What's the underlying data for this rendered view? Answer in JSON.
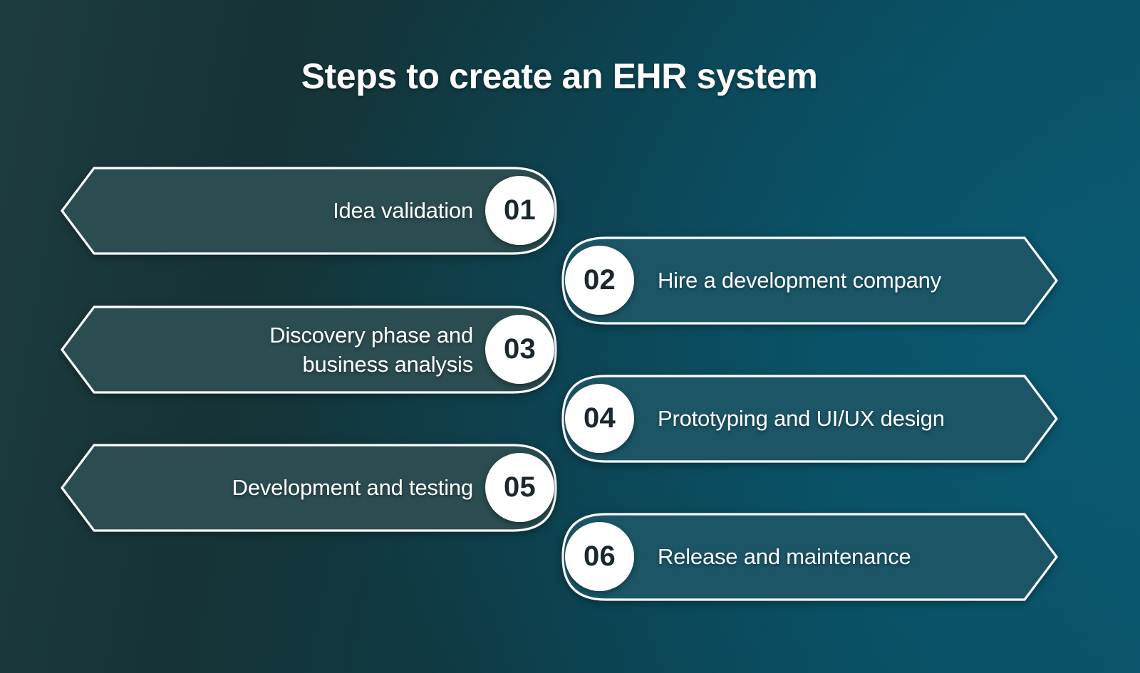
{
  "page": {
    "title": "Steps to create an EHR system",
    "colors": {
      "background_dark": "#1d3c3f",
      "background_teal": "#0a5167",
      "bar_fill_left": "#2b4c50",
      "bar_fill_right": "#1b5566",
      "bar_stroke": "#ffffff",
      "badge_background": "#ffffff",
      "badge_text": "#18282e",
      "label_text": "#ffffff"
    }
  },
  "steps": [
    {
      "number": "01",
      "label": "Idea validation",
      "direction": "left",
      "icon": "left-chevron-arrow-icon"
    },
    {
      "number": "02",
      "label": "Hire a development company",
      "direction": "right",
      "icon": "right-chevron-arrow-icon"
    },
    {
      "number": "03",
      "label": "Discovery phase and\nbusiness analysis",
      "direction": "left",
      "icon": "left-chevron-arrow-icon"
    },
    {
      "number": "04",
      "label": "Prototyping and UI/UX design",
      "direction": "right",
      "icon": "right-chevron-arrow-icon"
    },
    {
      "number": "05",
      "label": "Development and testing",
      "direction": "left",
      "icon": "left-chevron-arrow-icon"
    },
    {
      "number": "06",
      "label": "Release and maintenance",
      "direction": "right",
      "icon": "right-chevron-arrow-icon"
    }
  ]
}
